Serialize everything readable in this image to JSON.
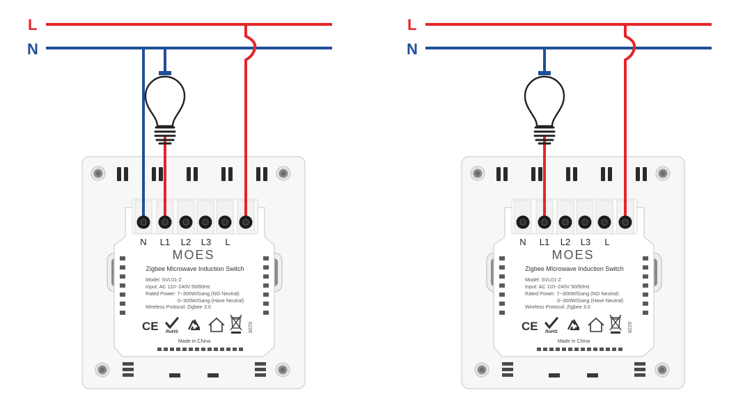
{
  "colors": {
    "live": "#e5252a",
    "neutral": "#1f4f99",
    "plate": "#f7f7f7",
    "module": "#ffffff",
    "outline": "#cfcfcf"
  },
  "icons": [
    "lightbulb-icon",
    "ce-mark-icon",
    "rohs-check-icon",
    "recycle-icon",
    "home-icon",
    "weee-bin-icon"
  ],
  "diagrams": [
    {
      "name": "with-neutral",
      "bus_labels": {
        "live": "L",
        "neutral": "N"
      },
      "terminals": [
        "N",
        "L1",
        "L2",
        "L3",
        "L"
      ],
      "module": {
        "brand": "MOES",
        "product": "Zigbee Microwave Induction Switch",
        "specs": [
          "Model: SVL01-Z",
          "Input: AC 110~240V 50/60Hz",
          "Rated Power: 7~300W/Gang (NO Neutral)",
          "0~300W/Gang (Have Neutral)",
          "Wireless Protocol: Zigbee 3.0"
        ],
        "marks": {
          "ce": "CE",
          "rohs": "RoHS",
          "code": "6228"
        },
        "made_in": "Made in China"
      }
    },
    {
      "name": "no-neutral",
      "bus_labels": {
        "live": "L",
        "neutral": "N"
      },
      "terminals": [
        "N",
        "L1",
        "L2",
        "L3",
        "L"
      ],
      "module": {
        "brand": "MOES",
        "product": "Zigbee MIcrowave Induction Switch",
        "specs": [
          "Model: SVL01-Z",
          "Input: AC 110~240V 50/60Hz",
          "Rated Power: 7~300W/Gang (NO Neutral)",
          "0~300W/Gang (Have Neutral)",
          "Wireless Protocol: Zigbee 3.0"
        ],
        "marks": {
          "ce": "CE",
          "rohs": "RoHS",
          "code": "6228"
        },
        "made_in": "Made in China"
      }
    }
  ]
}
